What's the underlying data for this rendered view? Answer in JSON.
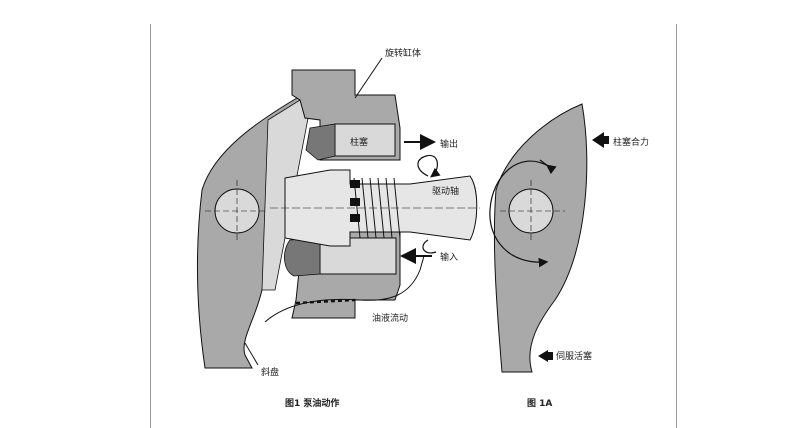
{
  "figure_main": {
    "labels": {
      "cylinder_block": "旋转缸体",
      "piston": "柱塞",
      "output": "输出",
      "drive_shaft": "驱动轴",
      "input": "输入",
      "oil_flow": "油液流动",
      "swashplate": "斜盘"
    },
    "caption": "图1  泵油动作"
  },
  "figure_1a": {
    "labels": {
      "piston_force": "柱塞合力",
      "servo_piston": "伺服活塞"
    },
    "caption": "图 1A"
  },
  "colors": {
    "part_fill": "#a9a9a9",
    "part_light": "#d9d9d9",
    "line": "#111111",
    "rule": "#999999"
  }
}
